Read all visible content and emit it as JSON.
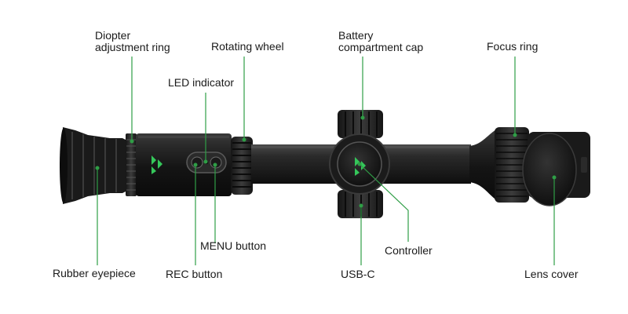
{
  "colors": {
    "background": "#ffffff",
    "scope_body": "#1c1c1c",
    "scope_highlight": "#3e3e3e",
    "leader_line": "#2f9e46",
    "logo_green": "#35c75a",
    "label_text": "#1a1a1a"
  },
  "labels": {
    "diopter": {
      "line1": "Diopter",
      "line2": "adjustment ring"
    },
    "rotating_wheel": "Rotating wheel",
    "led_indicator": "LED indicator",
    "battery": {
      "line1": "Battery",
      "line2": "compartment cap"
    },
    "focus_ring": "Focus ring",
    "menu_button": "MENU button",
    "controller": "Controller",
    "rubber_eyepiece": "Rubber eyepiece",
    "rec_button": "REC button",
    "usb_c": "USB-C",
    "lens_cover": "Lens cover"
  }
}
